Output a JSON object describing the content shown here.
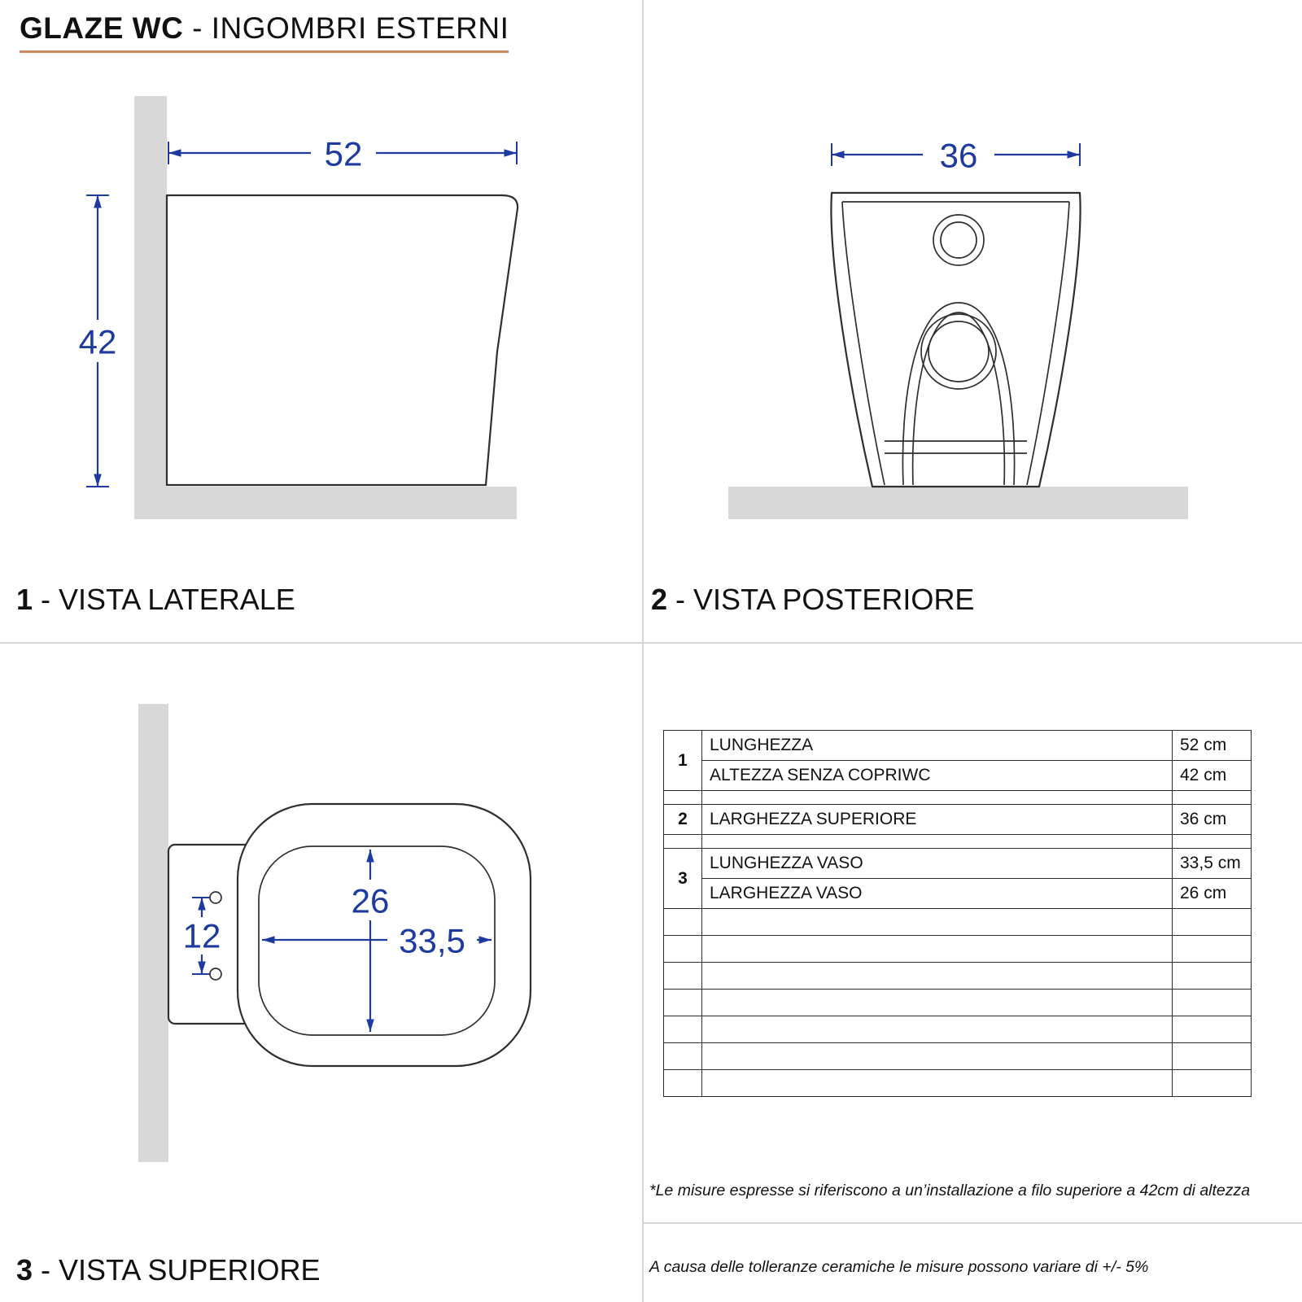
{
  "colors": {
    "dimension_blue": "#1e3a9f",
    "drawing_line": "#2f2f2f",
    "wall_floor_gray": "#d8d8d8",
    "title_underline_accent": "#cf8a63",
    "divider_gray": "#d5d5d5"
  },
  "header": {
    "title_bold": "GLAZE WC",
    "title_rest": "- INGOMBRI ESTERNI"
  },
  "views": {
    "lateral": {
      "number": "1",
      "label": "- VISTA LATERALE",
      "dim_length": "52",
      "dim_height": "42"
    },
    "posterior": {
      "number": "2",
      "label": "- VISTA POSTERIORE",
      "dim_width": "36"
    },
    "superior": {
      "number": "3",
      "label": "- VISTA SUPERIORE",
      "dim_bowl_width": "26",
      "dim_bowl_length": "33,5",
      "dim_holes_distance": "12"
    }
  },
  "table": {
    "rows": [
      {
        "num": "1",
        "label": "LUNGHEZZA",
        "value": "52 cm"
      },
      {
        "label": "ALTEZZA SENZA COPRIWC",
        "value": "42 cm"
      },
      {
        "num": "2",
        "label": "LARGHEZZA SUPERIORE",
        "value": "36 cm"
      },
      {
        "num": "3",
        "label": "LUNGHEZZA VASO",
        "value": "33,5 cm"
      },
      {
        "label": "LARGHEZZA VASO",
        "value": "26 cm"
      }
    ],
    "empty_rows": 7
  },
  "notes": {
    "note1": "*Le misure espresse si riferiscono a un’installazione a filo superiore a 42cm di altezza",
    "note2": "A causa delle tolleranze ceramiche le misure possono variare di +/- 5%"
  }
}
